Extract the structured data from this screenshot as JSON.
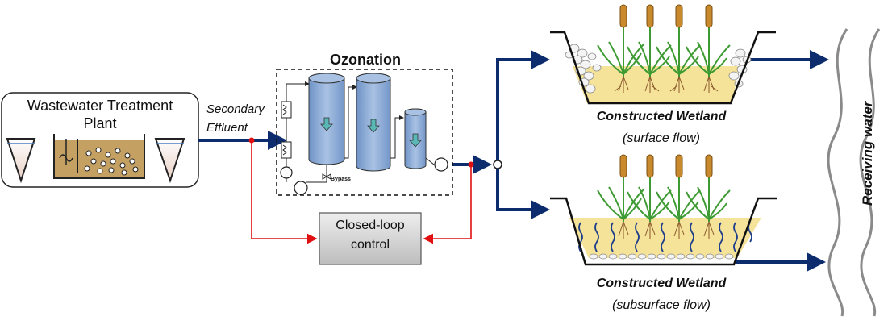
{
  "labels": {
    "wwtp": [
      "Wastewater Treatment",
      "Plant"
    ],
    "secondary_effluent": [
      "Secondary",
      "Effluent"
    ],
    "ozonation": "Ozonation",
    "bypass": "Bypass",
    "control": [
      "Closed-loop",
      "control"
    ],
    "cw_surface_title": "Constructed Wetland",
    "cw_surface_sub": "(surface flow)",
    "cw_subsurface_title": "Constructed Wetland",
    "cw_subsurface_sub": "(subsurface flow)",
    "receiving_water": "Receiving water"
  },
  "colors": {
    "flow_arrow": "#0d2c6e",
    "control_signal": "#e01010",
    "ozone_column": "#8eadd6",
    "wetland_fill": "#f5e39a",
    "plant_green": "#3e9b33",
    "cattail": "#c98a2e",
    "control_box": "#d0d0d0",
    "wave": "#8a8a8a"
  },
  "icons": [
    "down-arrow-icon",
    "pump-icon",
    "valve-icon",
    "heat-exchanger-icon"
  ]
}
